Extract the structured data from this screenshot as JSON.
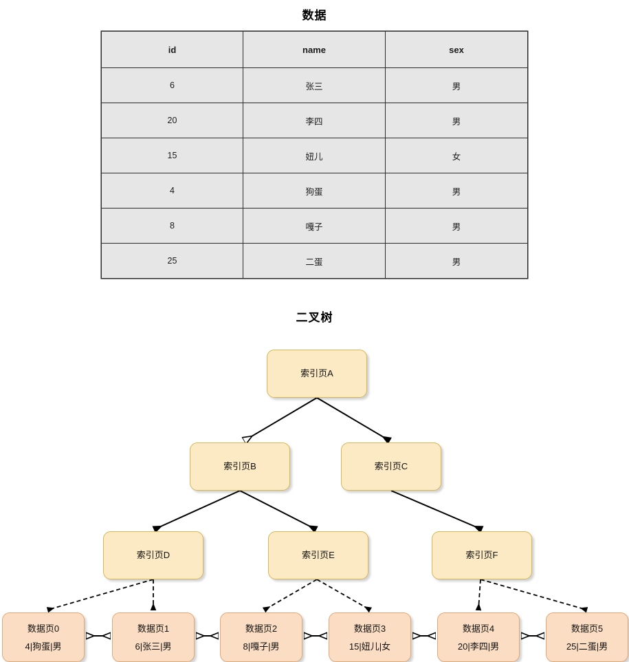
{
  "sections": {
    "data_title": "数据",
    "tree_title": "二叉树"
  },
  "table": {
    "columns": [
      "id",
      "name",
      "sex"
    ],
    "rows": [
      [
        "6",
        "张三",
        "男"
      ],
      [
        "20",
        "李四",
        "男"
      ],
      [
        "15",
        "妞儿",
        "女"
      ],
      [
        "4",
        "狗蛋",
        "男"
      ],
      [
        "8",
        "嘎子",
        "男"
      ],
      [
        "25",
        "二蛋",
        "男"
      ]
    ]
  },
  "tree": {
    "index_nodes": [
      {
        "id": "A",
        "label": "索引页A"
      },
      {
        "id": "B",
        "label": "索引页B"
      },
      {
        "id": "C",
        "label": "索引页C"
      },
      {
        "id": "D",
        "label": "索引页D"
      },
      {
        "id": "E",
        "label": "索引页E"
      },
      {
        "id": "F",
        "label": "索引页F"
      }
    ],
    "leaf_nodes": [
      {
        "id": "0",
        "label": "数据页0",
        "record": "4|狗蛋|男"
      },
      {
        "id": "1",
        "label": "数据页1",
        "record": "6|张三|男"
      },
      {
        "id": "2",
        "label": "数据页2",
        "record": "8|嘎子|男"
      },
      {
        "id": "3",
        "label": "数据页3",
        "record": "15|妞儿|女"
      },
      {
        "id": "4",
        "label": "数据页4",
        "record": "20|李四|男"
      },
      {
        "id": "5",
        "label": "数据页5",
        "record": "25|二蛋|男"
      }
    ],
    "colors": {
      "index_fill": "#fbeac4",
      "index_stroke": "#d6b656",
      "leaf_fill": "#fbddc4",
      "leaf_stroke": "#e0a878",
      "edge": "#000000",
      "table_fill": "#e6e6e6",
      "table_stroke": "#2b2b2b"
    }
  }
}
